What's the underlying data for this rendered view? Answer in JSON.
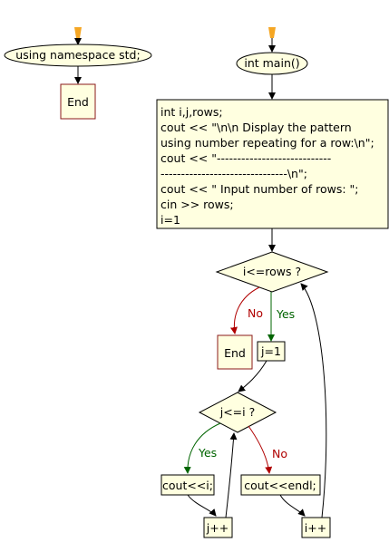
{
  "left_flow": {
    "start_text": "using namespace std;",
    "end_text": "End"
  },
  "main_flow": {
    "start_text": "int main()",
    "init_block": [
      "int i,j,rows;",
      "cout << \"\\n\\n Display the pattern",
      "using number repeating for a row:\\n\";",
      "cout << \"----------------------------",
      "-------------------------------\\n\";",
      "cout << \" Input number of rows: \";",
      "cin >> rows;",
      "i=1"
    ],
    "outer_condition": "i<=rows ?",
    "outer_no_label": "No",
    "outer_yes_label": "Yes",
    "end_text": "End",
    "j_init": "j=1",
    "inner_condition": "j<=i ?",
    "inner_yes_label": "Yes",
    "inner_no_label": "No",
    "inner_body": "cout<<i;",
    "j_increment": "j++",
    "newline_stmt": "cout<<endl;",
    "i_increment": "i++"
  },
  "colors": {
    "node_fill": "#ffffe0",
    "end_border": "#8b1a1a",
    "yes_edge": "#006400",
    "no_edge": "#b00000",
    "start_marker": "#f5a623"
  }
}
